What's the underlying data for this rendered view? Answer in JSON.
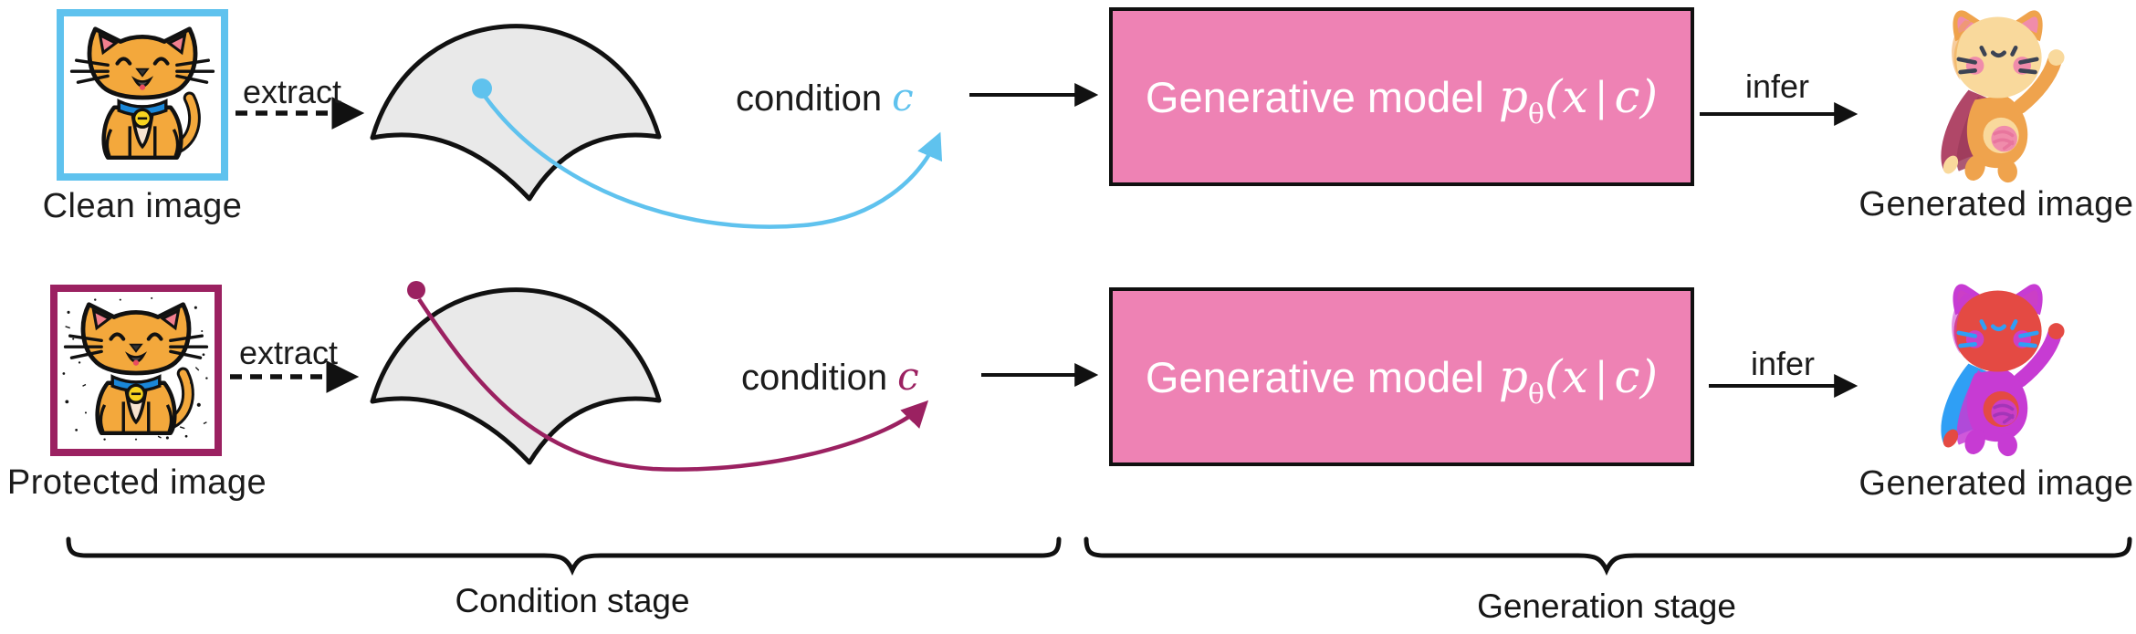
{
  "colors": {
    "blue": "#5fc2ee",
    "maroon": "#9b2161",
    "pink-box": "#ee82b4",
    "manifold": "#e9e9e9",
    "ink": "#111111",
    "cat-body": "#f3a83c",
    "cat-ear": "#f27f8e",
    "cat-chest": "#f8e3d0",
    "cat-collar": "#1a87d8",
    "cat-bell": "#f8d41f",
    "cat-tongue": "#ea4b5f",
    "gen1-head": "#f9d99c",
    "gen1-ear": "#efa34d",
    "gen1-cheek": "#f08cab",
    "gen1-face": "#3c4354",
    "gen1-body": "#efa34d",
    "gen1-cape": "#b04768",
    "gen1-cape2": "#9e3c5c",
    "gen1-belly": "#e8769d",
    "gen2-head": "#e44a43",
    "gen2-ear": "#c73bd3",
    "gen2-cheek": "#cb3fc6",
    "gen2-face": "#2f9ff5",
    "gen2-body": "#c73bd3",
    "gen2-cape": "#2f9ff5",
    "gen2-cape2": "#c73bd3",
    "gen2-belly": "#a335b8"
  },
  "rows": [
    {
      "input_label": "Clean image",
      "extract_label": "extract",
      "condition_word": "condition",
      "condition_symbol": "c",
      "model_name": "Generative model",
      "math": {
        "p": "p",
        "sub": "θ",
        "open": "(",
        "x": "x",
        "bar": "|",
        "c": "c",
        "close": ")"
      },
      "infer_label": "infer",
      "output_label": "Generated image"
    },
    {
      "input_label": "Protected image",
      "extract_label": "extract",
      "condition_word": "condition",
      "condition_symbol": "c",
      "model_name": "Generative model",
      "math": {
        "p": "p",
        "sub": "θ",
        "open": "(",
        "x": "x",
        "bar": "|",
        "c": "c",
        "close": ")"
      },
      "infer_label": "infer",
      "output_label": "Generated image"
    }
  ],
  "stages": [
    {
      "label": "Condition stage"
    },
    {
      "label": "Generation stage"
    }
  ]
}
